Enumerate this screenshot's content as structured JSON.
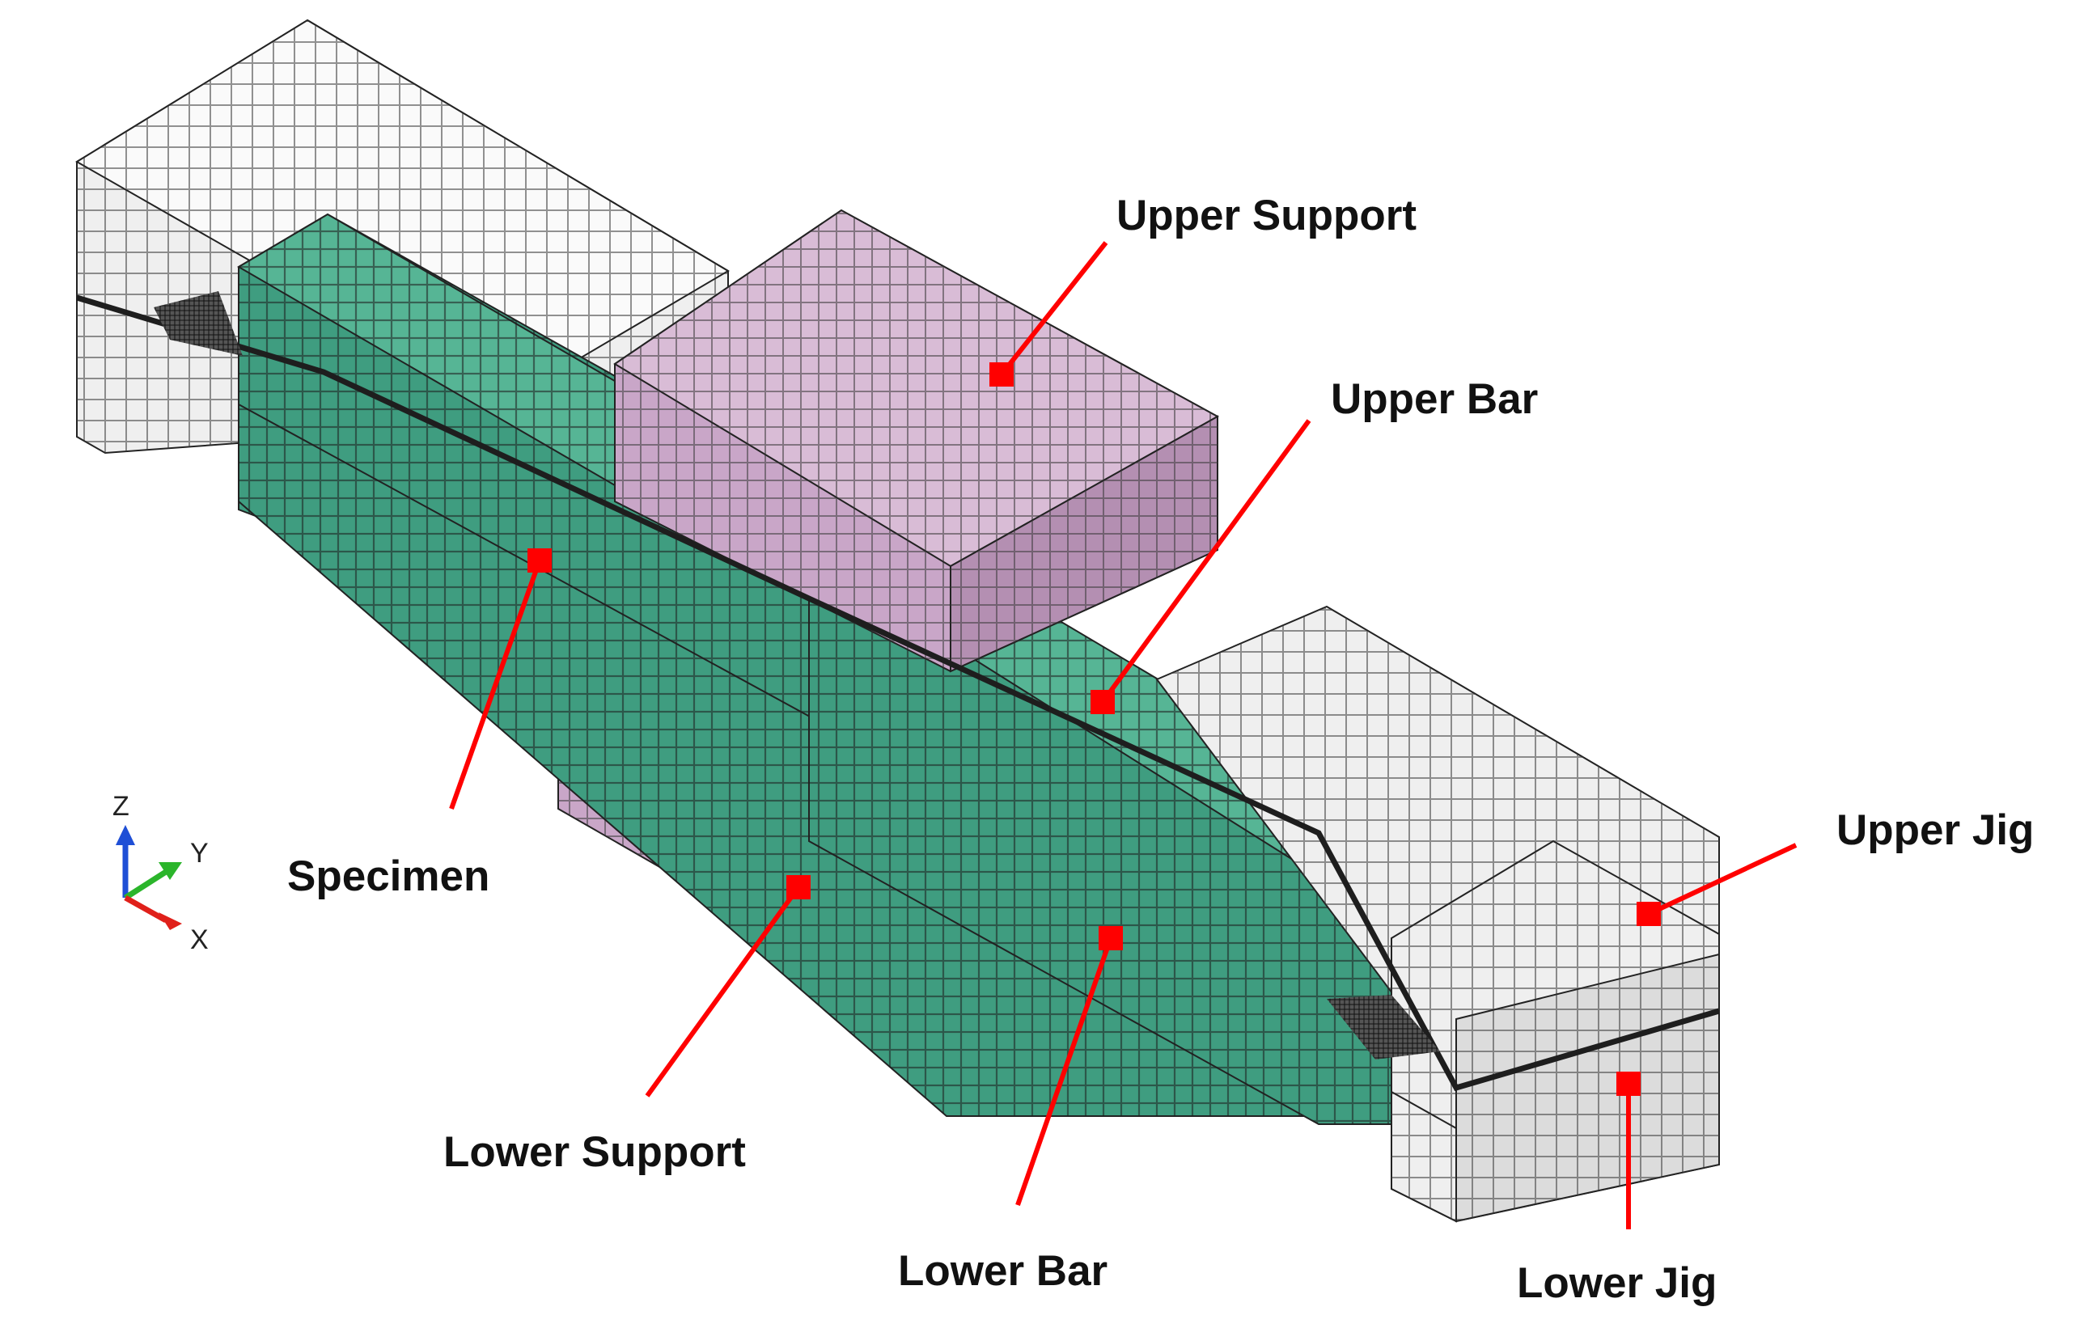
{
  "figure": {
    "background": "#ffffff",
    "colors": {
      "specimen_face": "#3f9d80",
      "specimen_top": "#56b595",
      "specimen_side": "#2f8468",
      "support_face": "#c9a6c8",
      "support_top": "#d9bcd6",
      "support_side": "#b48fb2",
      "jig_face": "#efefef",
      "jig_top": "#fafafa",
      "jig_side": "#dcdcdc",
      "mesh_line": "#2a2a2a",
      "leader": "#ff0000",
      "marker": "#ff0000",
      "adhesive": "#1e1e1e"
    },
    "labels": {
      "upper_support": "Upper Support",
      "upper_bar": "Upper Bar",
      "specimen": "Specimen",
      "upper_jig": "Upper Jig",
      "lower_support": "Lower Support",
      "lower_bar": "Lower Bar",
      "lower_jig": "Lower Jig"
    },
    "axes": {
      "z": "Z",
      "y": "Y",
      "x": "X",
      "z_color": "#1f4fd6",
      "y_color": "#2bb52b",
      "x_color": "#e0201a"
    }
  }
}
